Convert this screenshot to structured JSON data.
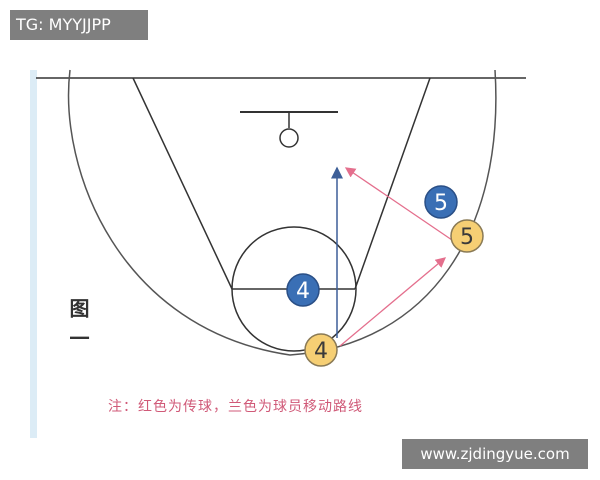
{
  "watermark": {
    "tg": "TG: MYYJJPP",
    "site": "www.zjdingyue.com"
  },
  "figure_label": "图一",
  "note": "注：红色为传球，兰色为球员移动路线",
  "players": [
    {
      "label": "4",
      "team": "blue"
    },
    {
      "label": "4",
      "team": "yellow"
    },
    {
      "label": "5",
      "team": "blue"
    },
    {
      "label": "5",
      "team": "yellow"
    }
  ],
  "colors": {
    "court_line": "#333333",
    "blue_player": "#3a6fb5",
    "yellow_player": "#f6cf74",
    "pass_line": "#e46f8d",
    "move_line": "#3d5f98",
    "note_text": "#d05a78",
    "left_border": "#dcecf6"
  }
}
